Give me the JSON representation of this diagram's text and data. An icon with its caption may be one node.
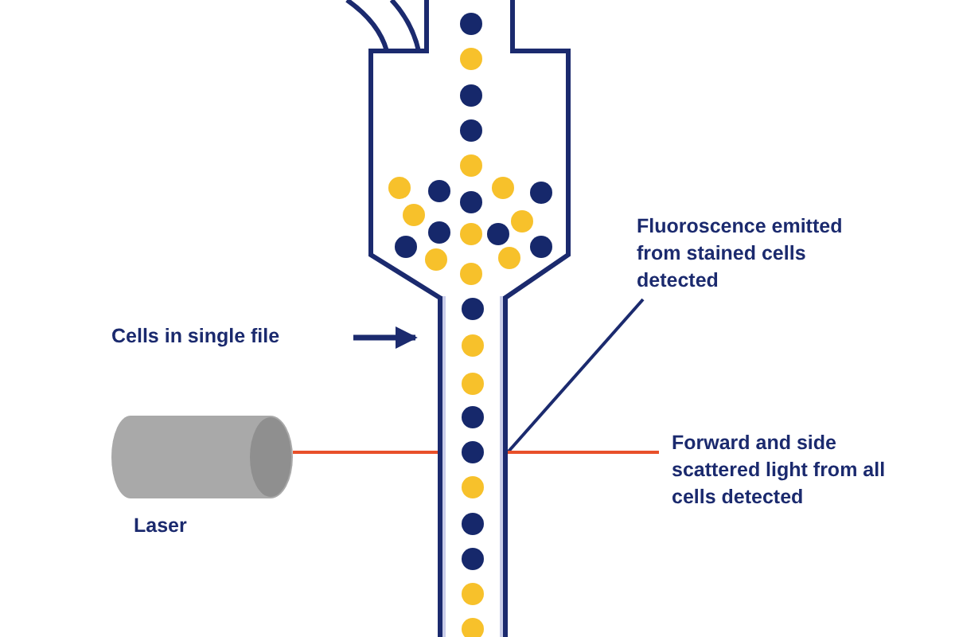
{
  "diagram": {
    "nodes": [
      {
        "text": [],
        "shape": "cylinder",
        "beside": [
          "Laser"
        ]
      },
      {
        "text": [],
        "shape": "picture"
      },
      {
        "text": [
          "Cells in single file"
        ]
      },
      {
        "text": [
          "Fluoroscence emitted from stained cells detected"
        ]
      },
      {
        "text": [
          "Forward and side scattered light from all cells detected"
        ]
      }
    ],
    "edges": [
      {
        "from": 0,
        "to": 1,
        "arrow": "none",
        "color": "#e8502a"
      },
      {
        "from": 2,
        "to": 1,
        "arrow": "to",
        "color": "#1b2a6e"
      },
      {
        "from": 3,
        "to": 1,
        "arrow": "none",
        "color": "#1b2a6e"
      },
      {
        "from": 1,
        "to": 4,
        "arrow": "none",
        "color": "#e8502a"
      }
    ]
  }
}
